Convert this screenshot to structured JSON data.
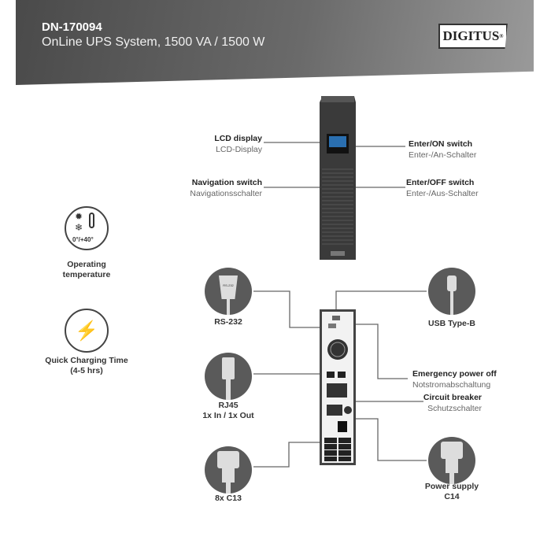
{
  "header": {
    "model": "DN-170094",
    "subtitle": "OnLine UPS System, 1500 VA / 1500 W",
    "brand": "DIGITUS",
    "brand_mark": "®"
  },
  "front": {
    "lcd": {
      "en": "LCD display",
      "de": "LCD-Display"
    },
    "nav": {
      "en": "Navigation switch",
      "de": "Navigationsschalter"
    },
    "enter_on": {
      "en": "Enter/ON switch",
      "de": "Enter-/An-Schalter"
    },
    "enter_off": {
      "en": "Enter/OFF switch",
      "de": "Enter-/Aus-Schalter"
    }
  },
  "features": {
    "temp": {
      "range": "0°/+40°",
      "line1": "Operating",
      "line2": "temperature"
    },
    "charge": {
      "line1": "Quick Charging Time",
      "line2": "(4-5 hrs)"
    }
  },
  "rear": {
    "rs232": {
      "label": "RS-232",
      "icon_text": "RS-232"
    },
    "usb": {
      "label": "USB Type-B"
    },
    "rj45": {
      "line1": "RJ45",
      "line2": "1x In / 1x Out"
    },
    "c13": {
      "label": "8x C13"
    },
    "epo": {
      "en": "Emergency power off",
      "de": "Notstromabschaltung"
    },
    "breaker": {
      "en": "Circuit breaker",
      "de": "Schutzschalter"
    },
    "c14": {
      "line1": "Power supply",
      "line2": "C14"
    }
  }
}
